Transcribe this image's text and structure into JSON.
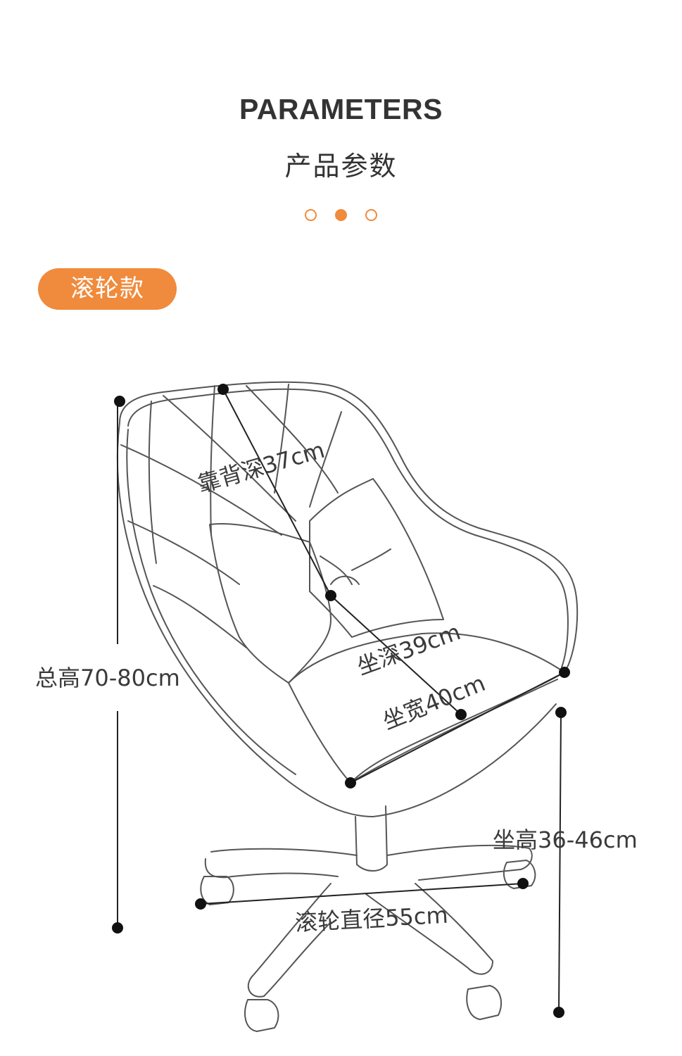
{
  "header": {
    "title": "PARAMETERS",
    "subtitle": "产品参数"
  },
  "pagination": {
    "total": 3,
    "active_index": 1
  },
  "badge": {
    "label": "滚轮款"
  },
  "dimensions": {
    "total_height": "总高70-80cm",
    "back_depth": "靠背深37cm",
    "seat_depth": "坐深39cm",
    "seat_width": "坐宽40cm",
    "seat_height": "坐高36-46cm",
    "wheel_diameter": "滚轮直径55cm"
  },
  "colors": {
    "accent": "#f08a3c",
    "line": "#555555",
    "text": "#333333"
  }
}
